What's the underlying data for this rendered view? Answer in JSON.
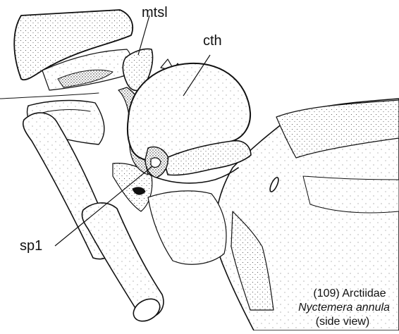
{
  "figure": {
    "labels": {
      "mtsl": "mtsl",
      "cth": "cth",
      "sp1": "sp1"
    },
    "caption": {
      "number_family": "(109) Arctiidae",
      "species": "Nyctemera annula",
      "view": "(side view)"
    }
  }
}
